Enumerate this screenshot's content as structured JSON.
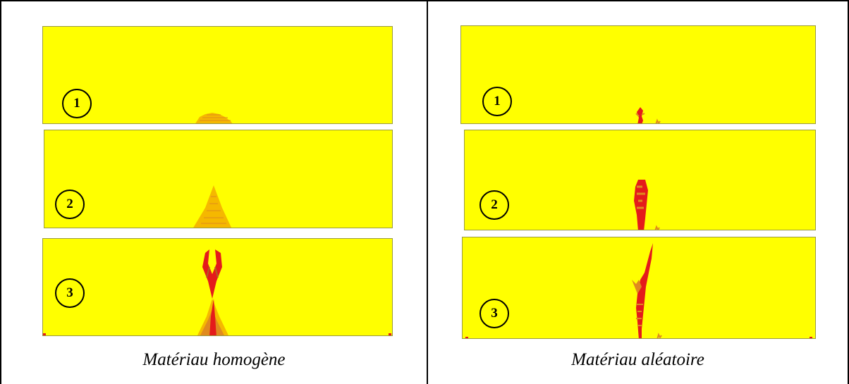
{
  "columns": [
    {
      "caption": "Matériau homogène",
      "steps": [
        {
          "label": "1"
        },
        {
          "label": "2"
        },
        {
          "label": "3"
        }
      ]
    },
    {
      "caption": "Matériau aléatoire",
      "steps": [
        {
          "label": "1"
        },
        {
          "label": "2"
        },
        {
          "label": "3"
        }
      ]
    }
  ],
  "colors": {
    "background": "#ffff00",
    "damage_low": "#f5b800",
    "damage_mid": "#e08a1e",
    "crack": "#e41b1b"
  }
}
